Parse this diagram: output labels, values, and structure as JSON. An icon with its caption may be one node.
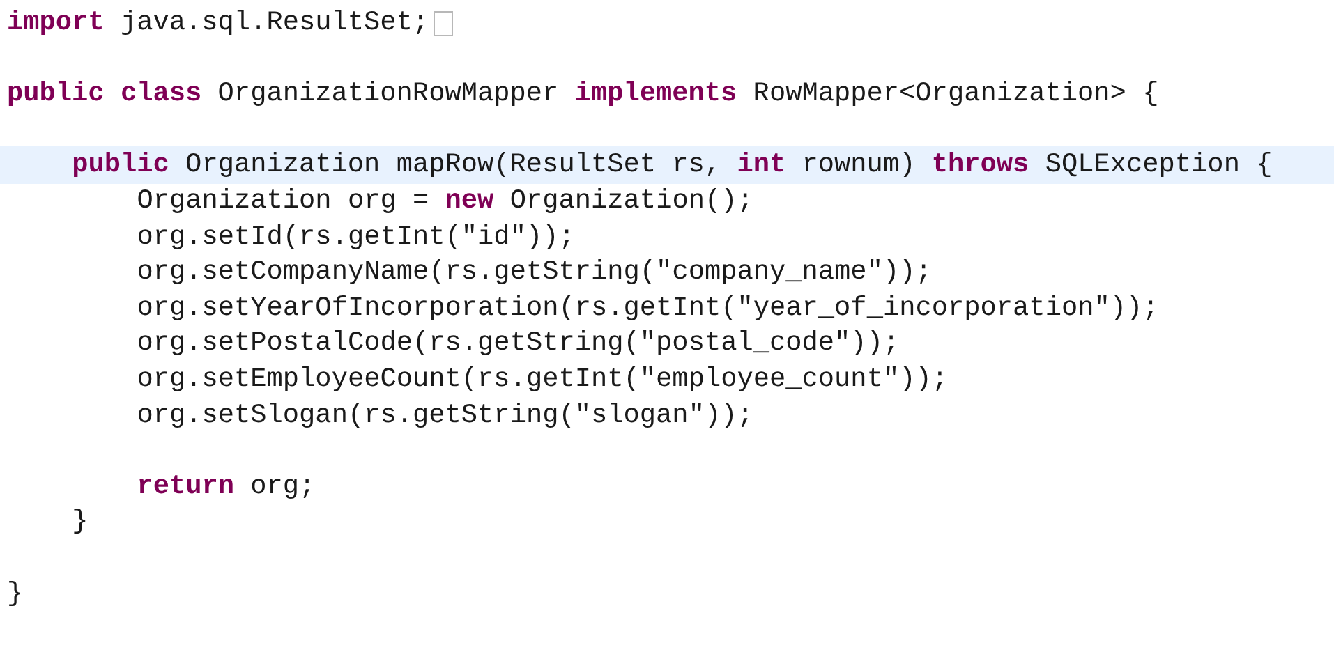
{
  "diagram": {
    "labels": [
      "**import** java.sql.ResultSet;",
      "**public** **class** OrganizationRowMapper **implements** RowMapper<Organization> {",
      "**public** Organization mapRow(ResultSet rs, **int** rownum) **throws** SQLException {",
      "Organization org = **new** Organization();",
      "org.setId(rs.getInt(\"id\"));",
      "org.setCompanyName(rs.getString(\"company_name\"));",
      "org.setYearOfIncorporation(rs.getInt(\"year_of_incorporation\"));",
      "org.setPostalCode(rs.getString(\"postal_code\"));",
      "org.setEmployeeCount(rs.getInt(\"employee_count\"));",
      "org.setSlogan(rs.getString(\"slogan\"));",
      "**return** org;",
      "}",
      "}"
    ]
  }
}
